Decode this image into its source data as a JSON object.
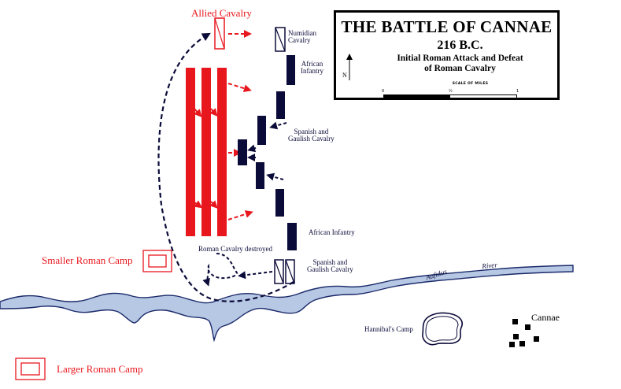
{
  "title": "THE BATTLE OF CANNAE",
  "date": "216 B.C.",
  "subtitle_line1": "Initial Roman Attack and Defeat",
  "subtitle_line2": "of Roman Cavalry",
  "scale": {
    "title": "SCALE OF MILES",
    "tick_0": "0",
    "tick_half": "½",
    "tick_1": "1"
  },
  "north_label": "N",
  "labels": {
    "allied_cavalry": "Allied Cavalry",
    "numidian_cavalry_1": "Numidian",
    "numidian_cavalry_2": "Cavalry",
    "african_infantry_top_1": "African",
    "african_infantry_top_2": "Infantry",
    "spanish_gaulish_top_1": "Spanish and",
    "spanish_gaulish_top_2": "Gaulish Cavalry",
    "african_infantry_bottom": "African Infantry",
    "spanish_gaulish_bottom_1": "Spanish and",
    "spanish_gaulish_bottom_2": "Gaulish Cavalry",
    "roman_cavalry_destroyed": "Roman Cavalry destroyed",
    "smaller_roman_camp": "Smaller Roman Camp",
    "larger_roman_camp": "Larger Roman Camp",
    "aufidus": "Aufidus",
    "river": "River",
    "hannibals_camp": "Hannibal's Camp",
    "cannae": "Cannae"
  },
  "colors": {
    "roman": "#e8171e",
    "carthaginian": "#0b0b3a",
    "river_fill": "#b6c8e4",
    "river_edge": "#1b2a6a"
  }
}
